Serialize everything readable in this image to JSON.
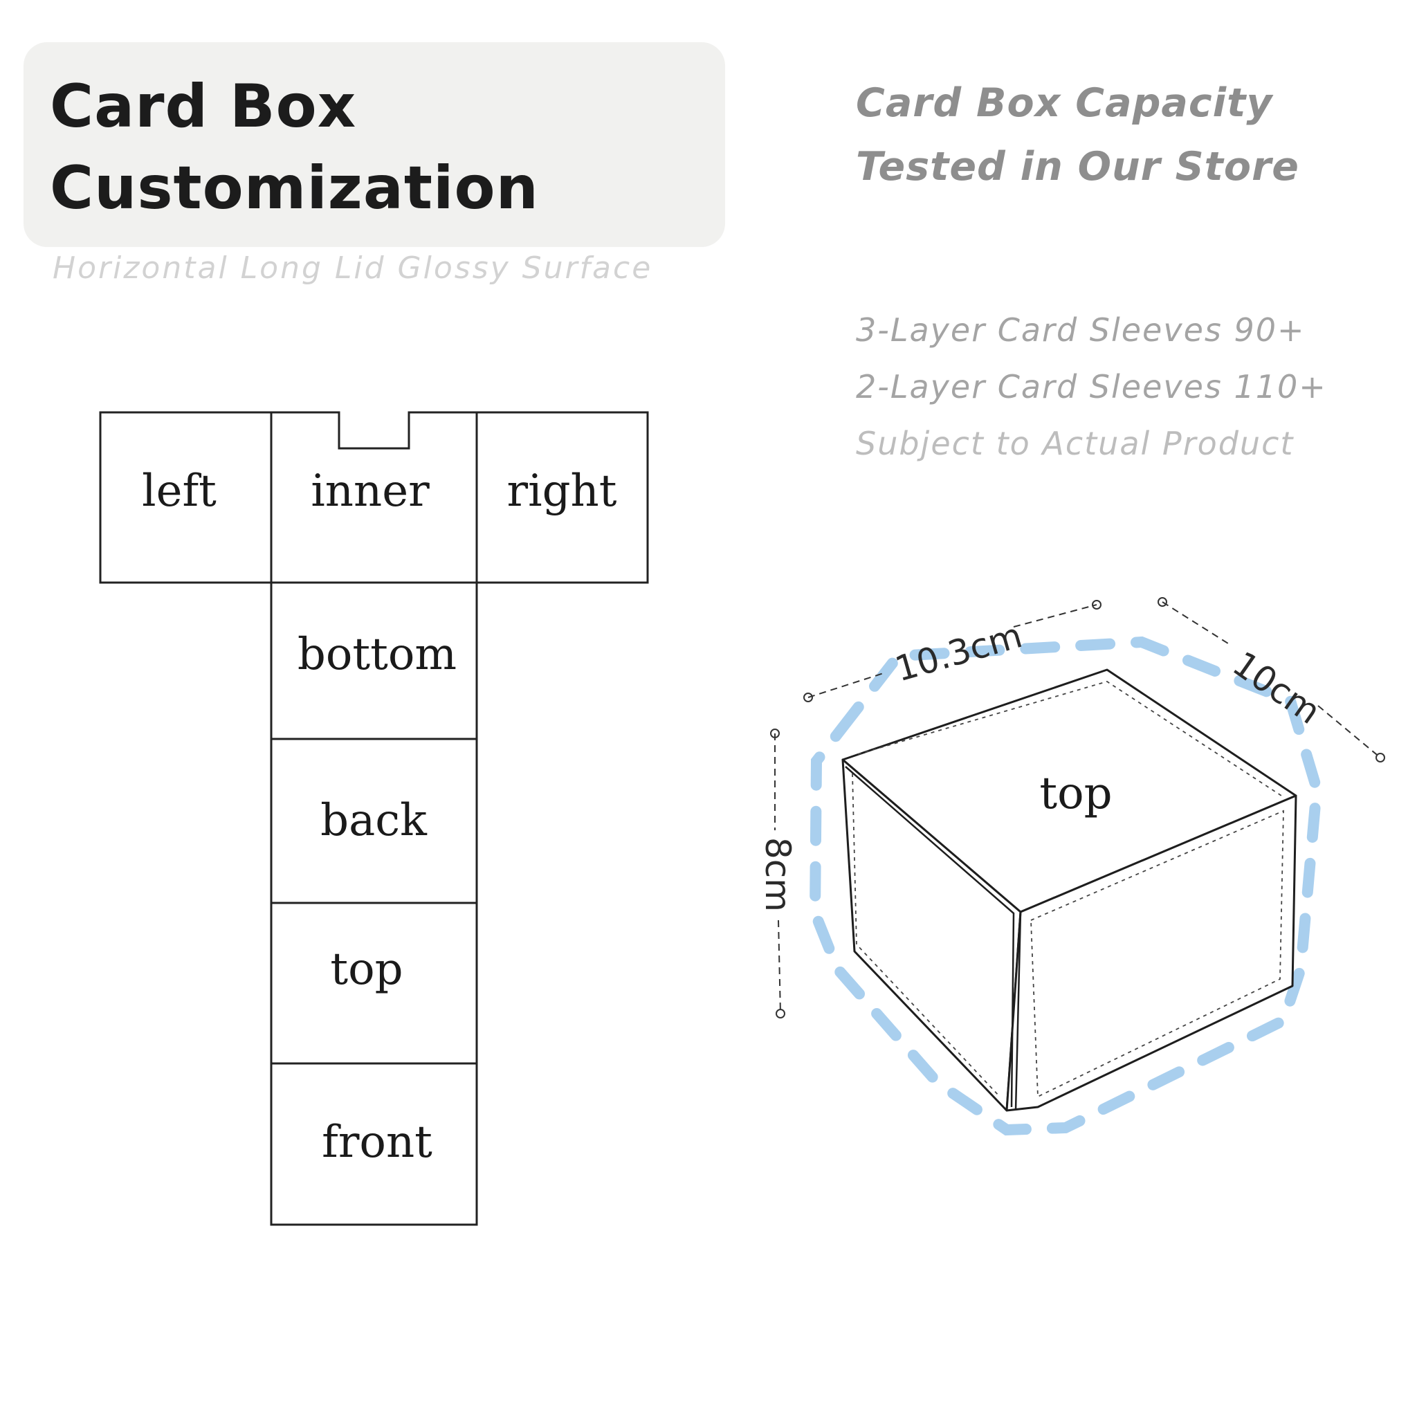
{
  "header": {
    "title_line_1": "Card Box",
    "title_line_2": "Customization",
    "subtitle": "Horizontal Long Lid Glossy Surface"
  },
  "capacity": {
    "heading_line_1": "Card Box Capacity",
    "heading_line_2": "Tested in Our Store",
    "lines": [
      "3-Layer Card Sleeves 90+",
      "2-Layer Card Sleeves 110+",
      "Subject to Actual Product"
    ]
  },
  "unfolded_layout": {
    "panels": [
      "left",
      "inner",
      "right",
      "bottom",
      "back",
      "top",
      "front"
    ]
  },
  "box_3d": {
    "top_face_label": "top",
    "dimensions": {
      "width": "10.3cm",
      "depth": "10cm",
      "height": "8cm"
    },
    "outline_color": "#a9cfee"
  }
}
